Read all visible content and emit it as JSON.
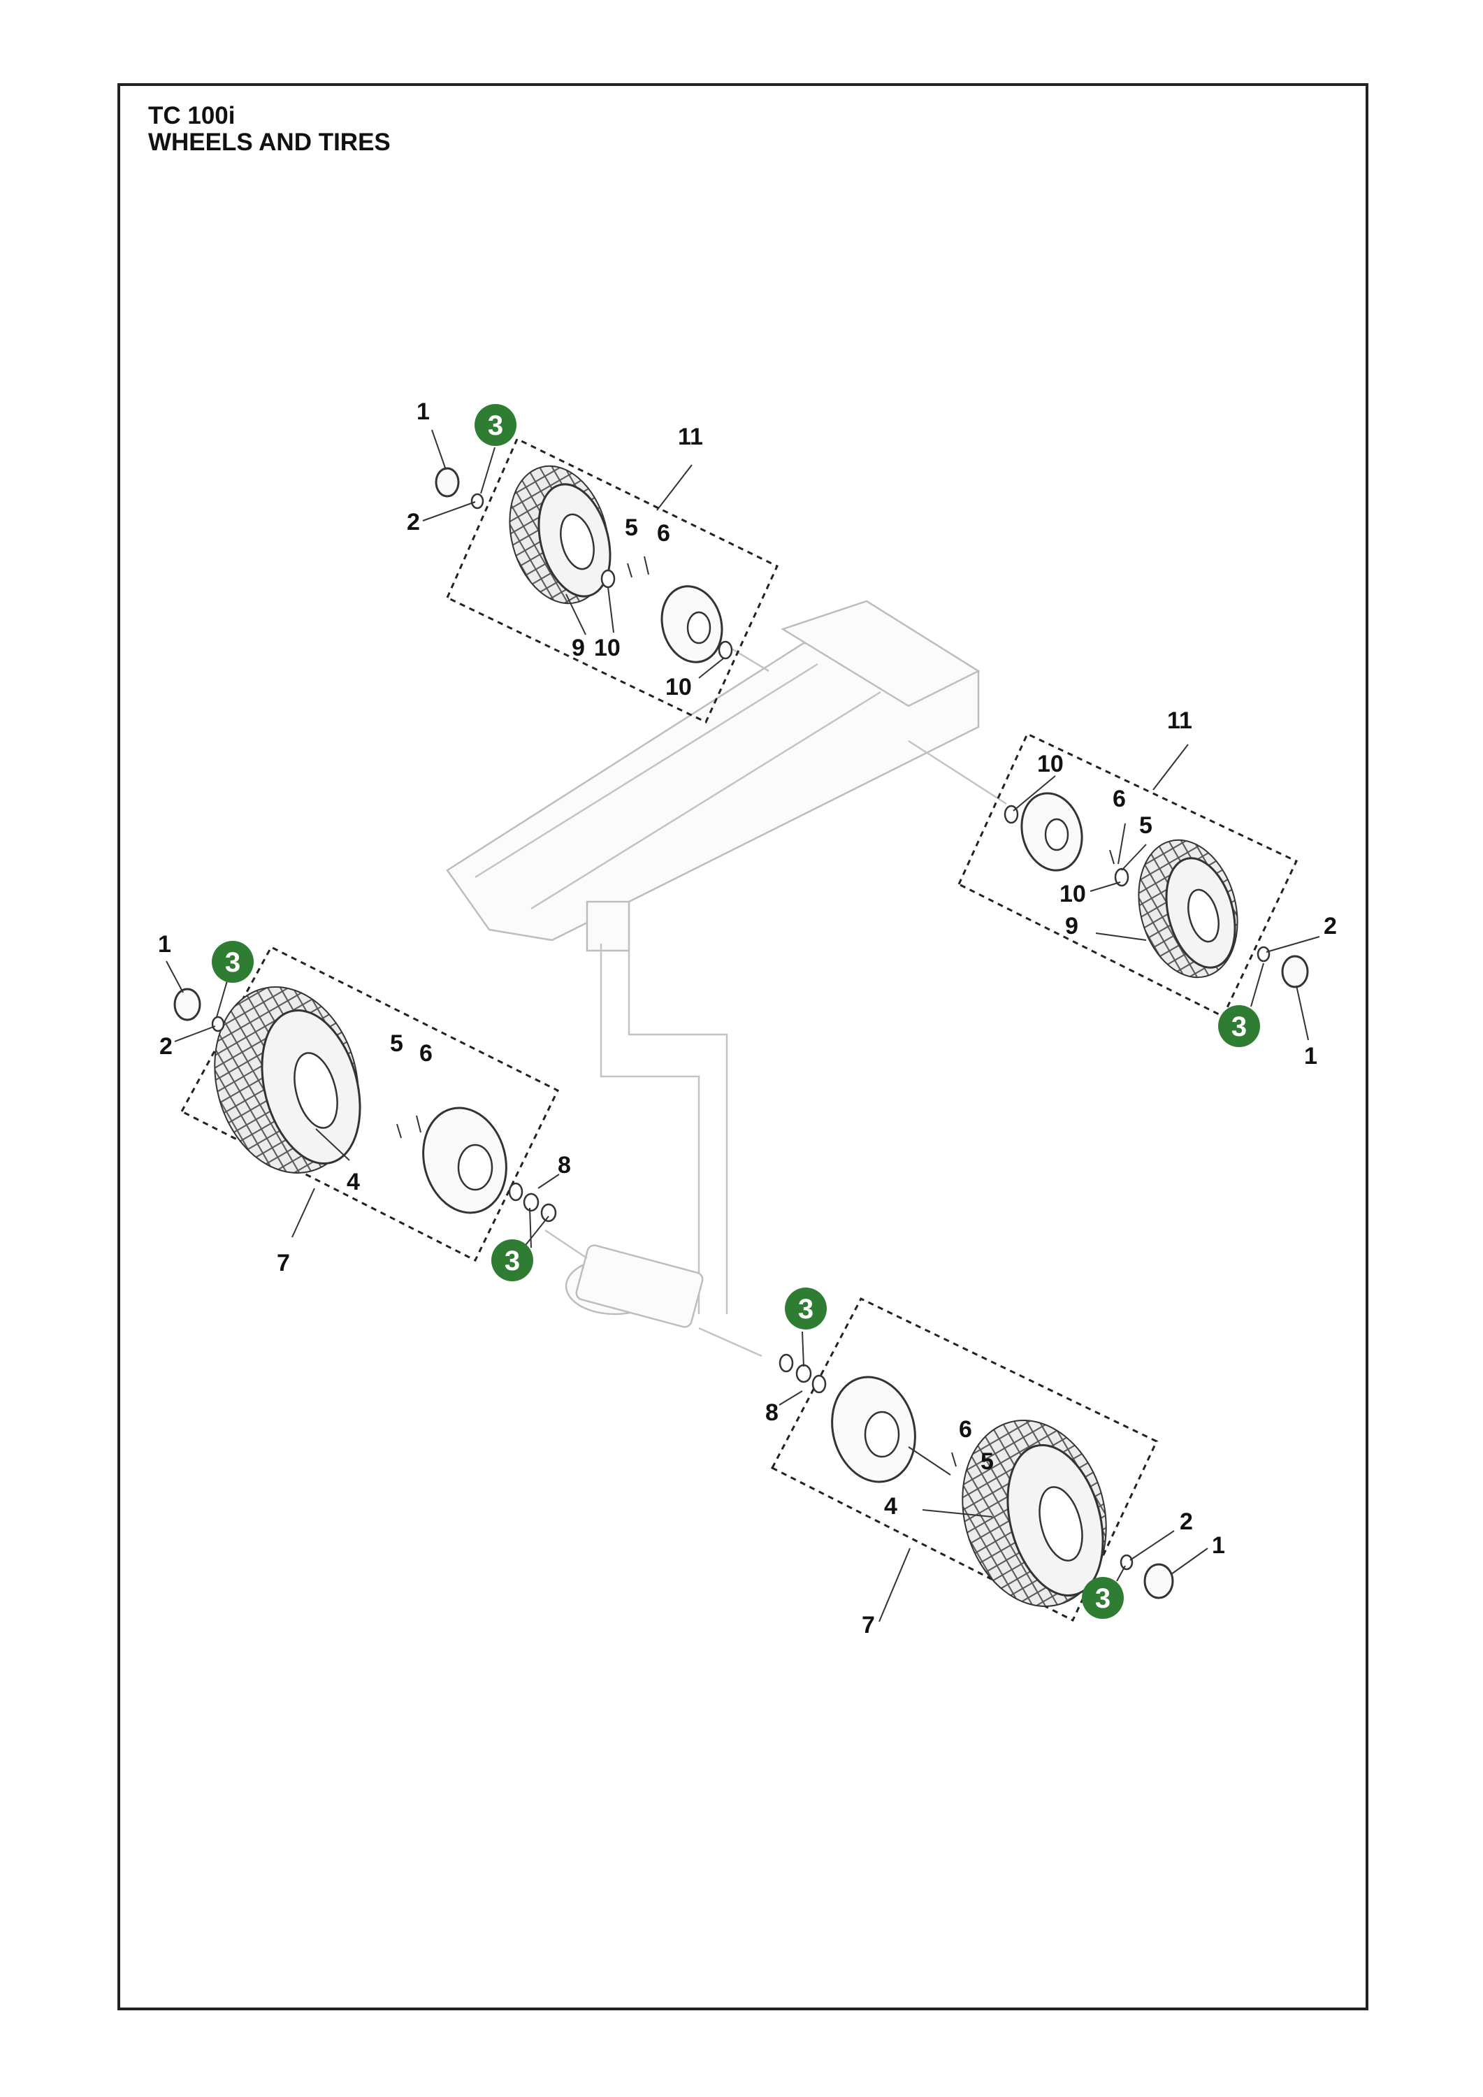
{
  "document": {
    "model": "TC 100i",
    "section": "WHEELS AND TIRES"
  },
  "colors": {
    "badge": "#2e7d32",
    "ink": "#111111",
    "frame_ghost": "#c3c3c3"
  },
  "callouts": {
    "front_left": {
      "hubcap": "1",
      "clip": "2",
      "badge": "3",
      "bolt": "5",
      "nut": "6",
      "tire": "9",
      "bearing_a": "10",
      "bearing_b": "10",
      "wheel_assembly": "11"
    },
    "front_right": {
      "bearing_a": "10",
      "assembly": "11",
      "nut": "6",
      "bolt": "5",
      "bearing_b": "10",
      "tire": "9",
      "clip": "2",
      "badge": "3",
      "hubcap": "1"
    },
    "rear_left": {
      "hubcap": "1",
      "badge": "3",
      "clip": "2",
      "bolt": "5",
      "nut": "6",
      "spacer": "8",
      "tire": "4",
      "wheel_assembly": "7",
      "washer_badge": "3"
    },
    "rear_right": {
      "washer_badge": "3",
      "nut": "6",
      "spacer": "8",
      "bolt": "5",
      "tire": "4",
      "clip": "2",
      "hubcap": "1",
      "badge": "3",
      "wheel_assembly": "7"
    }
  }
}
